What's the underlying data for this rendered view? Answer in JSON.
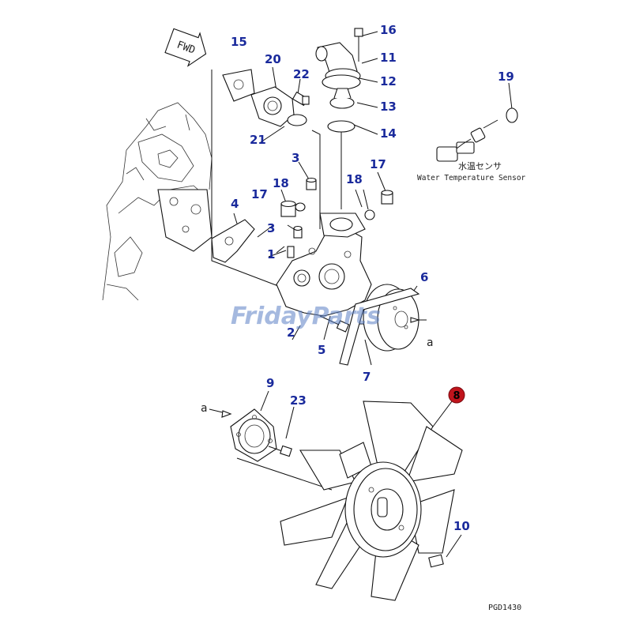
{
  "diagram": {
    "fwd_label": "FWD",
    "sensor_label_jp": "水温センサ",
    "sensor_label_en": "Water Temperature Sensor",
    "reference_letter": "a",
    "drawing_code": "PGD1430",
    "watermark": "FridayParts",
    "callouts": {
      "c1": "1",
      "c2": "2",
      "c3a": "3",
      "c3b": "3",
      "c4": "4",
      "c5": "5",
      "c6": "6",
      "c7": "7",
      "c8": "8",
      "c9": "9",
      "c10": "10",
      "c11": "11",
      "c12": "12",
      "c13": "13",
      "c14": "14",
      "c15": "15",
      "c16": "16",
      "c17a": "17",
      "c17b": "17",
      "c18a": "18",
      "c18b": "18",
      "c19": "19",
      "c20": "20",
      "c21": "21",
      "c22": "22",
      "c23": "23"
    },
    "colors": {
      "callout_text": "#1a2a9c",
      "highlight_badge": "#c0141c",
      "line_art": "#111111",
      "watermark": "#5b7fc4"
    }
  }
}
